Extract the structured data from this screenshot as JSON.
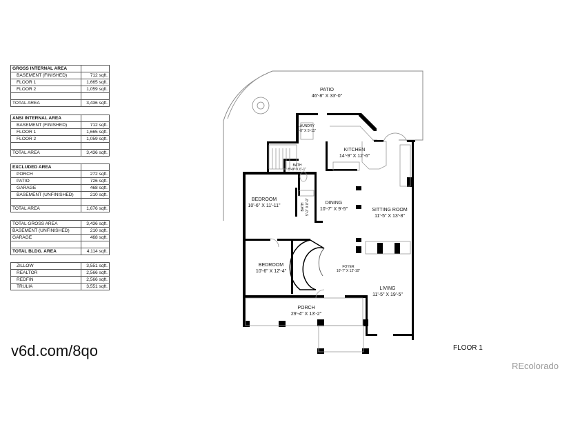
{
  "tables": {
    "gross": {
      "title": "GROSS INTERNAL AREA",
      "rows": [
        {
          "label": "BASEMENT (FINISHED)",
          "value": "712 sqft."
        },
        {
          "label": "FLOOR 1",
          "value": "1,665 sqft."
        },
        {
          "label": "FLOOR 2",
          "value": "1,059 sqft."
        }
      ],
      "total_label": "TOTAL AREA",
      "total_value": "3,436 sqft."
    },
    "ansi": {
      "title": "ANSI INTERNAL AREA",
      "rows": [
        {
          "label": "BASEMENT (FINISHED)",
          "value": "712 sqft."
        },
        {
          "label": "FLOOR 1",
          "value": "1,665 sqft."
        },
        {
          "label": "FLOOR 2",
          "value": "1,059 sqft."
        }
      ],
      "total_label": "TOTAL AREA",
      "total_value": "3,436 sqft."
    },
    "excluded": {
      "title": "EXCLUDED AREA",
      "rows": [
        {
          "label": "PORCH",
          "value": "272 sqft."
        },
        {
          "label": "PATIO",
          "value": "726 sqft."
        },
        {
          "label": "GARAGE",
          "value": "468 sqft."
        },
        {
          "label": "BASEMENT (UNFINISHED)",
          "value": "210 sqft."
        }
      ],
      "total_label": "TOTAL AREA",
      "total_value": "1,676 sqft."
    },
    "building": {
      "rows": [
        {
          "label": "TOTAL GROSS AREA",
          "value": "3,436 sqft."
        },
        {
          "label": "BASEMENT (UNFINISHED)",
          "value": "210 sqft."
        },
        {
          "label": "GARAGE",
          "value": "468 sqft."
        }
      ],
      "total_label": "TOTAL BLDG. AREA",
      "total_value": "4,114 sqft."
    },
    "sites": {
      "rows": [
        {
          "label": "ZILLOW",
          "value": "3,551 sqft."
        },
        {
          "label": "REALTOR",
          "value": "2,566 sqft."
        },
        {
          "label": "REDFIN",
          "value": "2,566 sqft."
        },
        {
          "label": "TRULIA",
          "value": "3,551 sqft."
        }
      ]
    }
  },
  "rooms": {
    "patio": {
      "name": "PATIO",
      "size": "46'-8\" X 33'-0\""
    },
    "laundry": {
      "name": "LAUNDRY",
      "size": "6'-8\" X 5'-11\""
    },
    "kitchen": {
      "name": "KITCHEN",
      "size": "14'-9\" X 12'-6\""
    },
    "bath1": {
      "name": "BATH",
      "size": "5'-9\" X 6'-1\""
    },
    "bath2": {
      "name": "BATH",
      "size": "5'-0\" X 8'-0\""
    },
    "bedroom1": {
      "name": "BEDROOM",
      "size": "10'-6\" X 11'-11\""
    },
    "dining": {
      "name": "DINING",
      "size": "10'-7\" X 9'-5\""
    },
    "sitting": {
      "name": "SITTING ROOM",
      "size": "11'-5\" X 13'-8\""
    },
    "bedroom2": {
      "name": "BEDROOM",
      "size": "10'-6\" X 12'-4\""
    },
    "foyer": {
      "name": "FOYER",
      "size": "10'-7\" X 12'-10\""
    },
    "living": {
      "name": "LIVING",
      "size": "11'-5\" X 19'-5\""
    },
    "porch": {
      "name": "PORCH",
      "size": "29'-4\" X 13'-2\""
    }
  },
  "footer": {
    "link": "v6d.com/8qo",
    "floor_label": "FLOOR 1",
    "brand": "REcolorado"
  },
  "colors": {
    "wall": "#000000",
    "line": "#888888",
    "brand": "#999999"
  }
}
